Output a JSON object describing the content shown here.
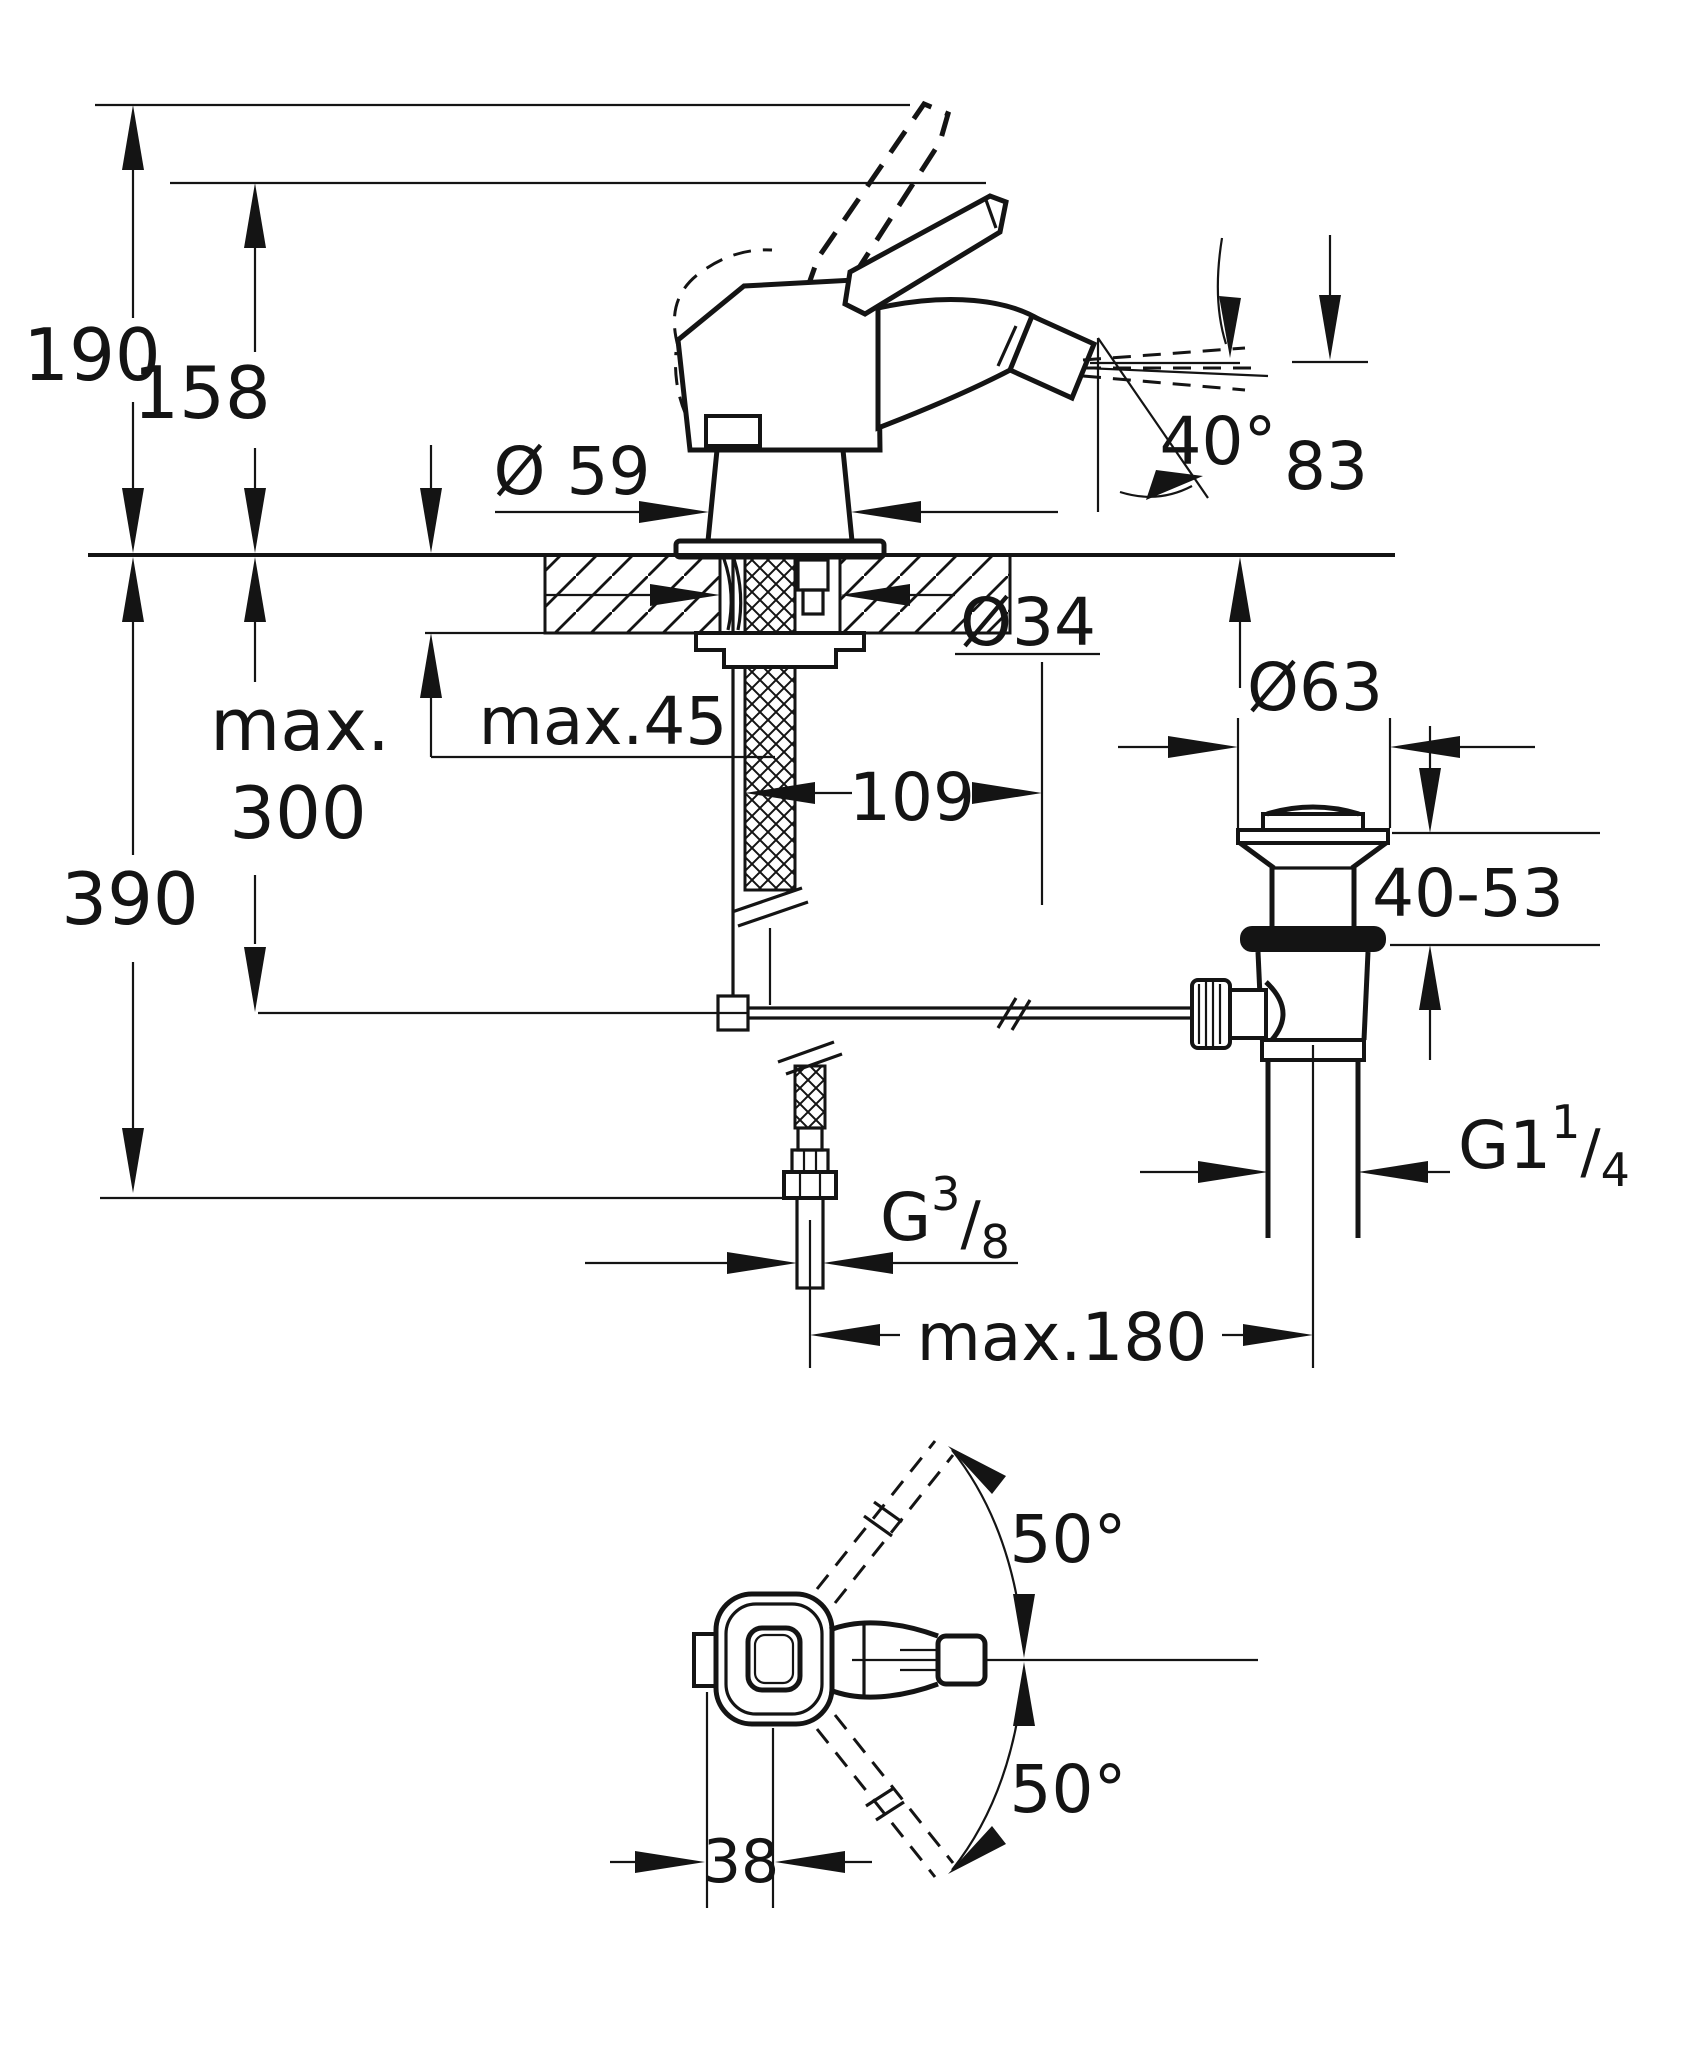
{
  "drawing_type": "faucet-installation-dimension-diagram",
  "colors": {
    "line": "#141414",
    "background": "#ffffff"
  },
  "dims": {
    "overall_height": "190",
    "lever_height": "158",
    "base_diameter": "Ø 59",
    "spray_angle": "40°",
    "spout_height": "83",
    "deck_hole_diameter": "Ø34",
    "deck_thickness": "max.45",
    "waste_offset": "109",
    "hose_depth_prefix": "max.",
    "hose_depth_value": "300",
    "overall_depth": "390",
    "waste_flange_diameter": "Ø63",
    "waste_clamp_range": "40-53",
    "rod_reach": "max.180",
    "handle_swivel_upper": "50°",
    "handle_swivel_lower": "50°",
    "handle_width": "38",
    "drain_thread": {
      "base": "G1",
      "sup": "1",
      "slash": "/",
      "sub": "4"
    },
    "supply_thread": {
      "base": "G",
      "sup": "3",
      "slash": "/",
      "sub": "8"
    }
  }
}
